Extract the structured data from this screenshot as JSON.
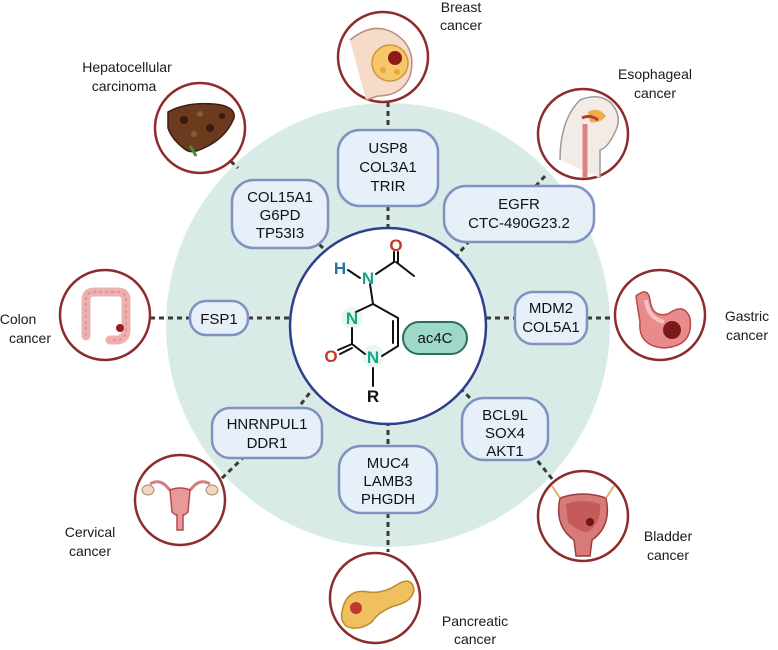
{
  "center": {
    "modification": "ac4C",
    "atoms": {
      "H": "H",
      "N_amine": "N",
      "O_carbonyl": "O",
      "N_ring_top": "N",
      "O_ring": "O",
      "N_ring_bottom": "N",
      "R": "R"
    }
  },
  "cancers": [
    {
      "id": "breast",
      "label": [
        "Breast",
        "cancer"
      ],
      "genes": [
        "USP8",
        "COL3A1",
        "TRIR"
      ]
    },
    {
      "id": "esophageal",
      "label": [
        "Esophageal",
        "cancer"
      ],
      "genes": [
        "EGFR",
        "CTC-490G23.2"
      ]
    },
    {
      "id": "gastric",
      "label": [
        "Gastric",
        "cancer"
      ],
      "genes": [
        "MDM2",
        "COL5A1"
      ]
    },
    {
      "id": "bladder",
      "label": [
        "Bladder",
        "cancer"
      ],
      "genes": [
        "BCL9L",
        "SOX4",
        "AKT1"
      ]
    },
    {
      "id": "pancreatic",
      "label": [
        "Pancreatic",
        "cancer"
      ],
      "genes": [
        "MUC4",
        "LAMB3",
        "PHGDH"
      ]
    },
    {
      "id": "cervical",
      "label": [
        "Cervical",
        "cancer"
      ],
      "genes": [
        "HNRNPUL1",
        "DDR1"
      ]
    },
    {
      "id": "colon",
      "label": [
        "Colon",
        "cancer"
      ],
      "genes": [
        "FSP1"
      ]
    },
    {
      "id": "hepatocellular",
      "label": [
        "Hepatocellular",
        "carcinoma"
      ],
      "genes": [
        "COL15A1",
        "G6PD",
        "TP53I3"
      ]
    }
  ],
  "colors": {
    "outer_disc": "#d8ebe6",
    "inner_circle_stroke": "#2e3e8c",
    "gene_box_fill": "#e7eff9",
    "gene_box_stroke": "#7f92c0",
    "organ_circle_stroke": "#8e2b2b",
    "ac4c_pill": "#9ed8c8",
    "nitrogen": "#17a589",
    "oxygen": "#c0392b",
    "hydrogen": "#2874a6"
  }
}
